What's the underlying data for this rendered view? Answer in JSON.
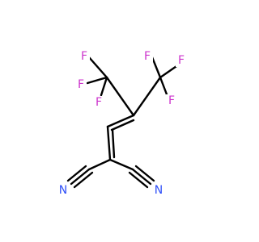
{
  "molecule": {
    "atoms": [
      {
        "element": "F",
        "color": "#cc33cc"
      },
      {
        "element": "F",
        "color": "#cc33cc"
      },
      {
        "element": "F",
        "color": "#cc33cc"
      },
      {
        "element": "F",
        "color": "#cc33cc"
      },
      {
        "element": "F",
        "color": "#cc33cc"
      },
      {
        "element": "F",
        "color": "#cc33cc"
      },
      {
        "element": "N",
        "color": "#3050F8"
      },
      {
        "element": "N",
        "color": "#3050F8"
      }
    ],
    "bond_color": "#000000",
    "nitrile_color": "#3050F8"
  }
}
